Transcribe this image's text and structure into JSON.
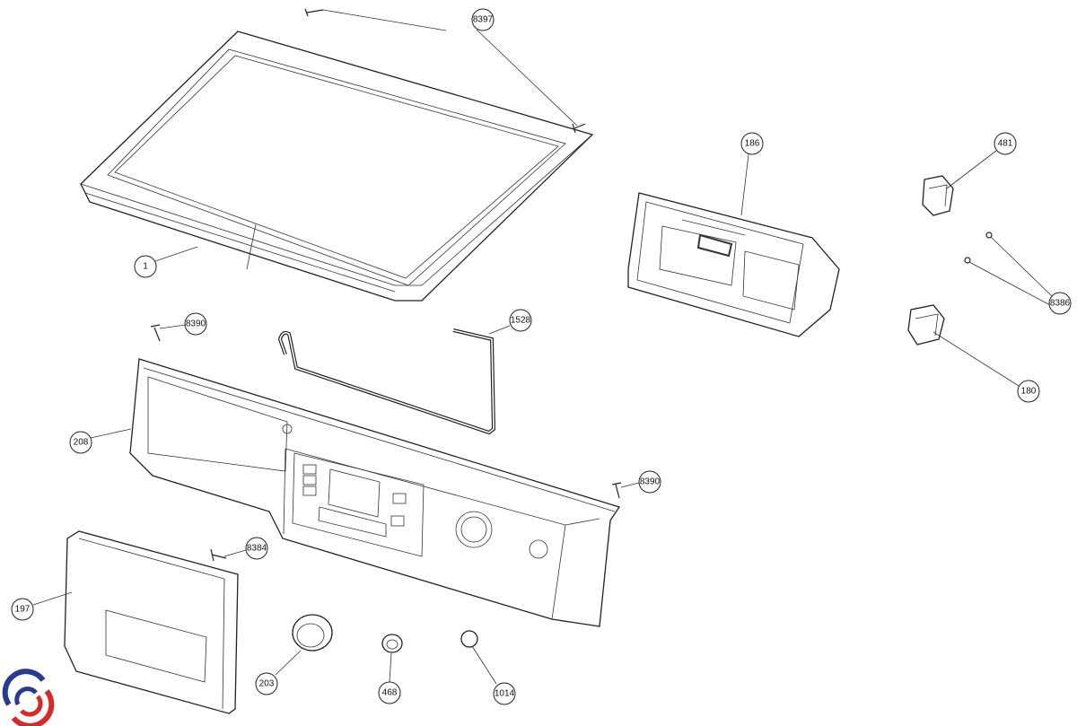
{
  "diagram": {
    "parts": [
      {
        "id": "top_screws",
        "label": "8397"
      },
      {
        "id": "top_cover",
        "label": "1"
      },
      {
        "id": "control_board",
        "label": "186"
      },
      {
        "id": "switch_top",
        "label": "481"
      },
      {
        "id": "board_screws",
        "label": "8386"
      },
      {
        "id": "panel_screw_left",
        "label": "8390"
      },
      {
        "id": "wire_rod",
        "label": "1528"
      },
      {
        "id": "switch_bottom",
        "label": "180"
      },
      {
        "id": "control_panel",
        "label": "208"
      },
      {
        "id": "panel_screw_right",
        "label": "8390"
      },
      {
        "id": "drawer_screw",
        "label": "8384"
      },
      {
        "id": "drawer_front",
        "label": "197"
      },
      {
        "id": "knob",
        "label": "203"
      },
      {
        "id": "button",
        "label": "468"
      },
      {
        "id": "small_button",
        "label": "1014"
      }
    ],
    "logo_colors": {
      "blue": "#2a3a8f",
      "red": "#d42a2a"
    }
  }
}
